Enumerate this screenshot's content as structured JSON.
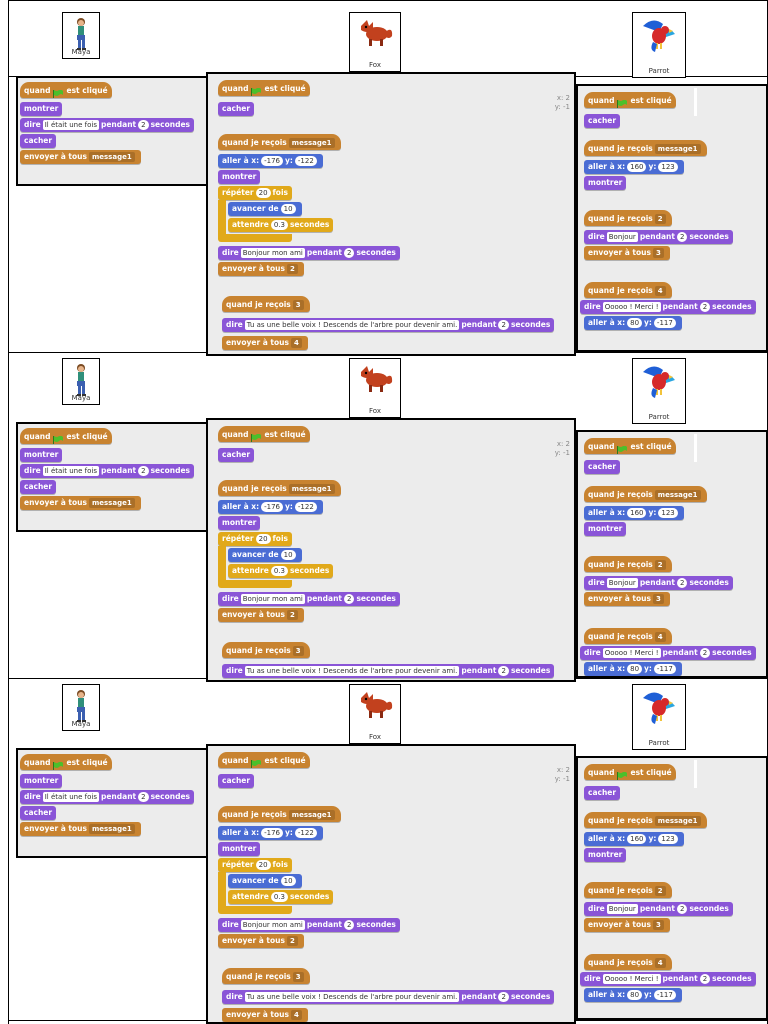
{
  "sprites": {
    "maya": {
      "name": "Maya",
      "icon": "girl-sprite-icon"
    },
    "fox": {
      "name": "Fox",
      "icon": "fox-sprite-icon"
    },
    "parrot": {
      "name": "Parrot",
      "icon": "parrot-sprite-icon"
    }
  },
  "blocks": {
    "when_flag_a": "quand",
    "when_flag_b": "est cliqué",
    "show": "montrer",
    "hide": "cacher",
    "say": "dire",
    "for": "pendant",
    "seconds": "secondes",
    "broadcast": "envoyer à tous",
    "when_receive": "quand je reçois",
    "goto": "aller à x:",
    "y": "y:",
    "repeat": "répéter",
    "times": "fois",
    "move": "avancer de",
    "wait": "attendre",
    "wait_seconds": "secondes"
  },
  "values": {
    "maya_say": "Il était une fois",
    "two": "2",
    "message1": "message1",
    "fox_x": "-176",
    "fox_y": "-122",
    "repeat_count": "20",
    "move_steps": "10",
    "wait_time": "0.3",
    "fox_say": "Bonjour mon ami",
    "msg2": "2",
    "msg3": "3",
    "fox_say2": "Tu as une belle voix ! Descends de l'arbre pour devenir ami.",
    "msg4": "4",
    "parrot_x": "160",
    "parrot_y": "123",
    "parrot_say": "Bonjour",
    "parrot_say2": "Ooooo ! Merci !",
    "parrot_x2": "80",
    "parrot_y2": "-117"
  },
  "coords": {
    "x": "x: 2",
    "y": "y: -1"
  },
  "colors": {
    "events": "#c88330",
    "looks": "#8a55d7",
    "motion": "#4a6cd4",
    "control": "#e1a91a"
  }
}
